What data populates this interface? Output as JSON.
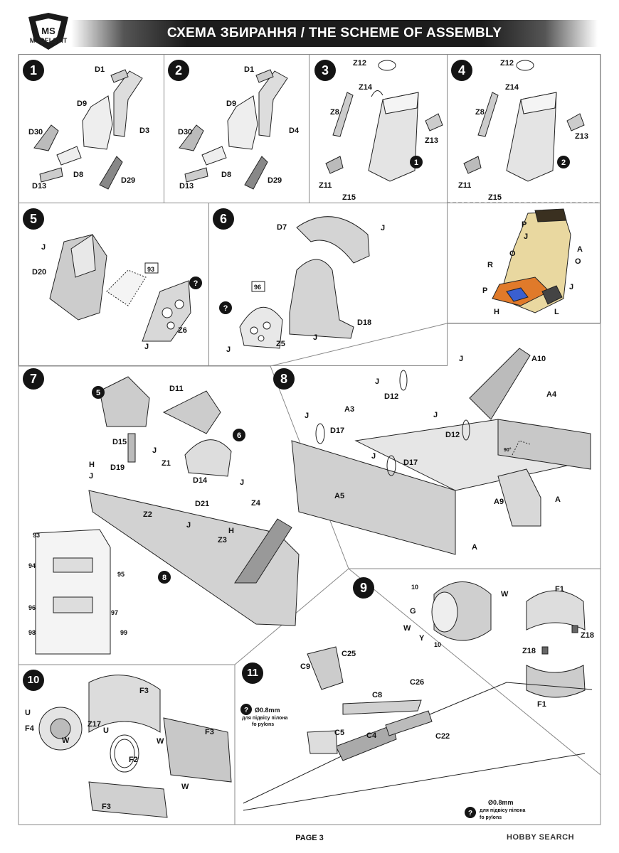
{
  "header": {
    "title": "СХЕМА ЗБИРАННЯ / THE SCHEME OF ASSEMBLY",
    "logo_text": "MODELSVIT",
    "logo_letters": "MS"
  },
  "steps": {
    "s1": {
      "num": "1",
      "parts": [
        "D1",
        "D9",
        "D3",
        "D30",
        "D8",
        "D13",
        "D29"
      ]
    },
    "s2": {
      "num": "2",
      "parts": [
        "D1",
        "D9",
        "D4",
        "D30",
        "D8",
        "D13",
        "D29"
      ]
    },
    "s3": {
      "num": "3",
      "parts": [
        "Z12",
        "Z14",
        "Z8",
        "Z13",
        "Z11",
        "Z15"
      ],
      "sub": "1"
    },
    "s4": {
      "num": "4",
      "parts": [
        "Z12",
        "Z14",
        "Z8",
        "Z13",
        "Z11",
        "Z15"
      ],
      "sub": "2"
    },
    "s5": {
      "num": "5",
      "parts": [
        "J",
        "D20",
        "93",
        "Z6",
        "J"
      ]
    },
    "s6": {
      "num": "6",
      "parts": [
        "D7",
        "J",
        "96",
        "D18",
        "Z5",
        "J",
        "J"
      ]
    },
    "seat": {
      "paints": [
        "P",
        "J",
        "A",
        "O",
        "O",
        "R",
        "P",
        "J",
        "H",
        "L"
      ]
    },
    "s7": {
      "num": "7",
      "parts": [
        "5",
        "D11",
        "D15",
        "J",
        "6",
        "H",
        "D19",
        "J",
        "Z1",
        "D14",
        "J",
        "Z4",
        "Z2",
        "D21",
        "J",
        "H",
        "Z3",
        "8",
        "93",
        "94",
        "95",
        "96",
        "97",
        "98",
        "99"
      ]
    },
    "s8": {
      "num": "8",
      "parts": [
        "A10",
        "J",
        "A4",
        "D12",
        "J",
        "A3",
        "J",
        "D17",
        "J",
        "D12",
        "D17",
        "J",
        "A5",
        "A9",
        "A",
        "A"
      ],
      "angle": "90°"
    },
    "s9": {
      "num": "9",
      "parts": [
        "10",
        "W",
        "G",
        "W",
        "Y",
        "10",
        "F1",
        "Z18",
        "Z18",
        "F1"
      ]
    },
    "s10": {
      "num": "10",
      "parts": [
        "F3",
        "U",
        "F4",
        "W",
        "Z17",
        "U",
        "F2",
        "W",
        "F3",
        "W",
        "F3"
      ]
    },
    "s11": {
      "num": "11",
      "parts": [
        "C9",
        "C25",
        "C26",
        "C8",
        "C5",
        "C4",
        "C22"
      ],
      "note1": {
        "dia": "Ø0.8mm",
        "ua": "для підвісу пілона",
        "en": "fo pylons"
      },
      "note2": {
        "dia": "Ø0.8mm",
        "ua": "для підвісу пілона",
        "en": "fo pylons"
      }
    }
  },
  "footer": {
    "page": "PAGE 3",
    "watermark": "HOBBY SEARCH"
  }
}
